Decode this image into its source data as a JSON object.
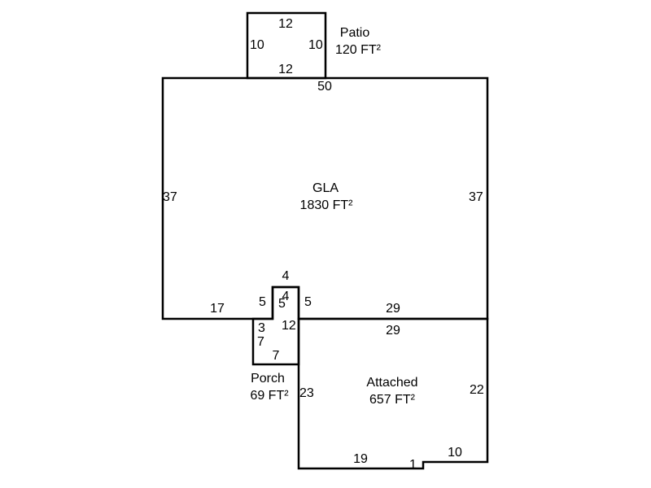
{
  "areas": {
    "patio": {
      "name": "Patio",
      "area": "120 FT²"
    },
    "gla": {
      "name": "GLA",
      "area": "1830 FT²"
    },
    "porch": {
      "name": "Porch",
      "area": "69 FT²"
    },
    "attached": {
      "name": "Attached",
      "area": "657 FT²"
    }
  },
  "dims": {
    "patio_top": "12",
    "patio_left": "10",
    "patio_right": "10",
    "patio_bottom": "12",
    "gla_top": "50",
    "gla_left": "37",
    "gla_right": "37",
    "gla_bottom_left": "17",
    "notch_top": "4",
    "notch_top_inner": "4",
    "notch_left_outer": "5",
    "notch_left_inner": "5",
    "notch_right": "5",
    "gla_bottom_right": "29",
    "attached_top": "29",
    "porch_top": "3",
    "porch_left": "7",
    "porch_bottom": "7",
    "porch_right": "12",
    "attached_left": "23",
    "attached_right": "22",
    "attached_bottom": "19",
    "attached_step": "1",
    "attached_bottom_right": "10"
  },
  "colors": {
    "line": "#000000",
    "background": "#ffffff"
  }
}
